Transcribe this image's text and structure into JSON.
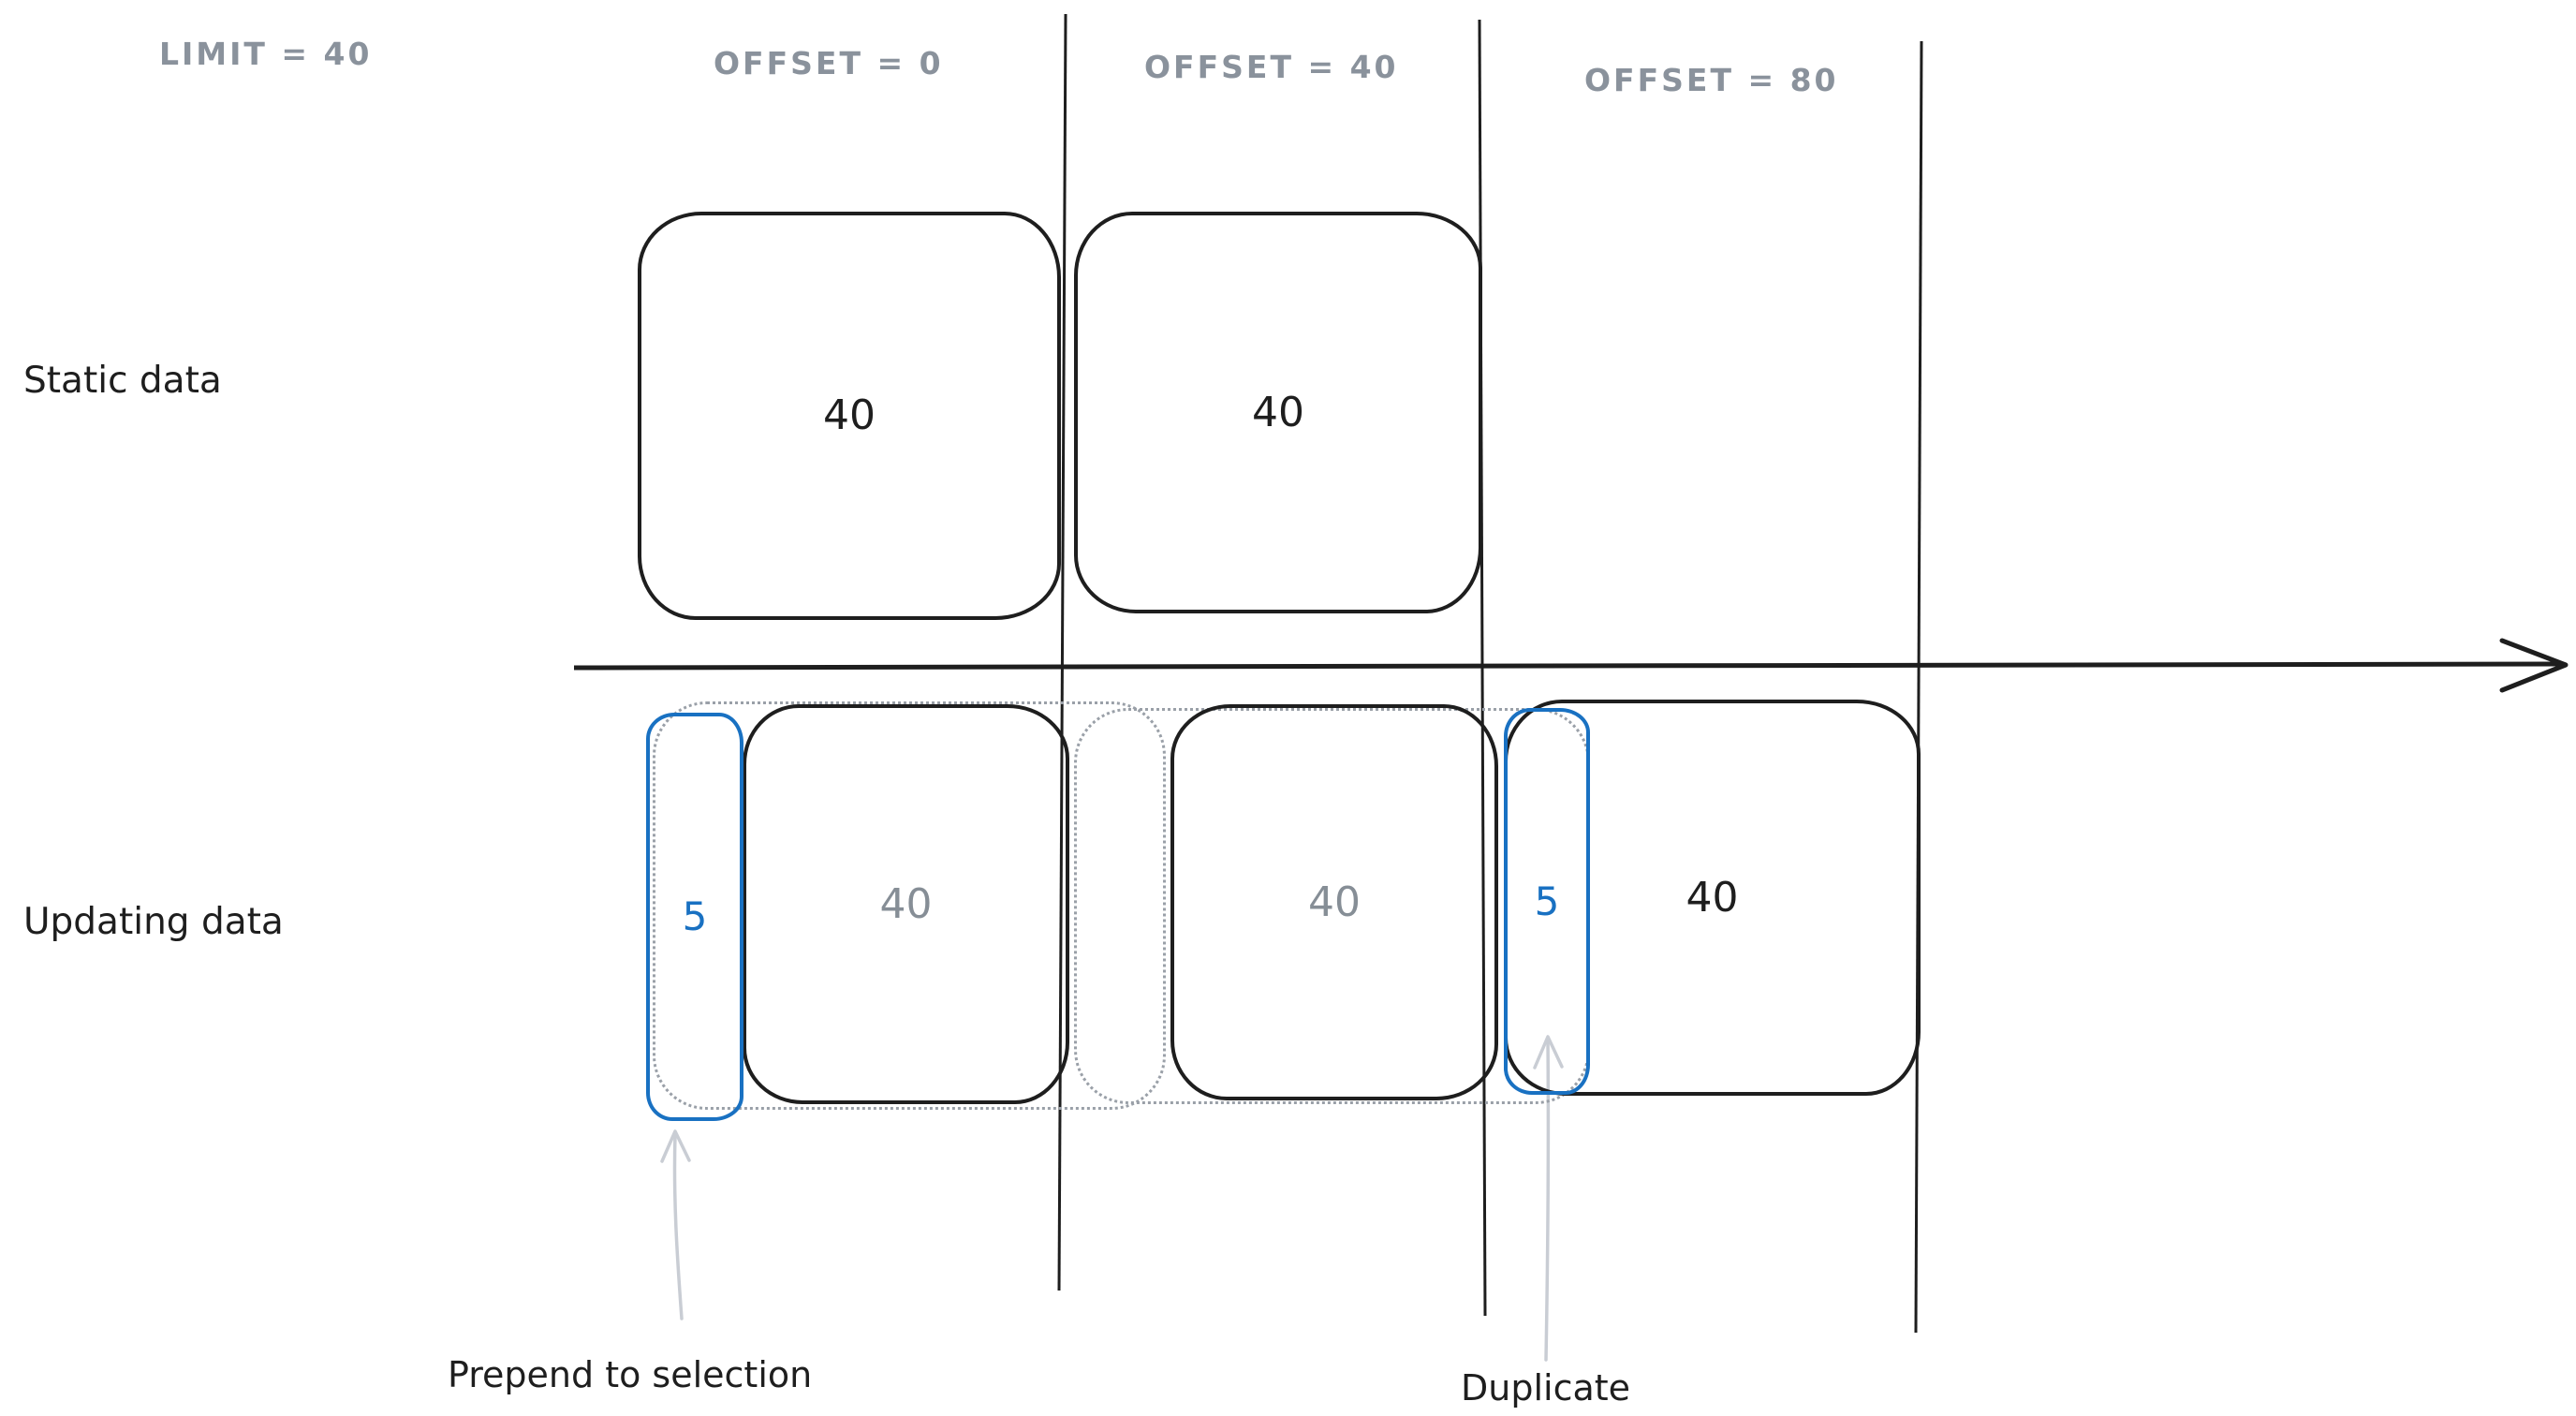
{
  "header": {
    "limit_label": "LIMIT = 40",
    "offset_labels": [
      "OFFSET = 0",
      "OFFSET = 40",
      "OFFSET = 80"
    ]
  },
  "static_row": {
    "label": "Static data",
    "boxes": [
      {
        "value": "40"
      },
      {
        "value": "40"
      }
    ]
  },
  "updating_row": {
    "label": "Updating data",
    "boxes": [
      {
        "value": "5",
        "style": "highlight"
      },
      {
        "value": "40",
        "style": "muted"
      },
      {
        "value": "40",
        "style": "muted"
      },
      {
        "value": "5",
        "style": "highlight"
      },
      {
        "value": "40",
        "style": "normal"
      }
    ]
  },
  "annotations": {
    "prepend": "Prepend to selection",
    "duplicate": "Duplicate"
  },
  "colors": {
    "stroke": "#1e1e1e",
    "muted_text": "#868e96",
    "highlight_blue": "#1971c2",
    "dotted_outline": "#9aa0a8",
    "annotation_arrow": "#c9cdd4"
  }
}
